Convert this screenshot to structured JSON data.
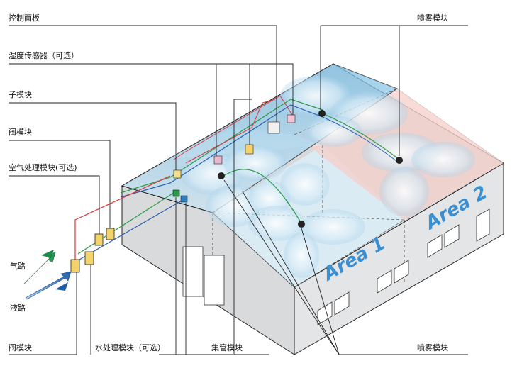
{
  "labels": {
    "control_panel": "控制面板",
    "humidity_sensor": "湿度传感器（可选）",
    "sub_module": "子模块",
    "valve_module_top": "阀模块",
    "air_module": "空气处理模块(可选)",
    "air_path": "气路",
    "liquid_path": "液路",
    "valve_module_bottom": "阀模块",
    "water_module": "水处理模块（可选）",
    "manifold_module": "集管模块",
    "spray_module_top": "喷雾模块",
    "spray_module_bottom": "喷雾模块"
  },
  "areas": {
    "area1": "Area 1",
    "area2": "Area 2"
  },
  "colors": {
    "air_line": "#2a9a4a",
    "liquid_line": "#2a5fb0",
    "control_line": "#d8383a",
    "leader_line": "#222222",
    "area_text": "#3a8fd0",
    "zone_red": "#f4c7c0",
    "zone_blue": "#bfe0f2"
  }
}
